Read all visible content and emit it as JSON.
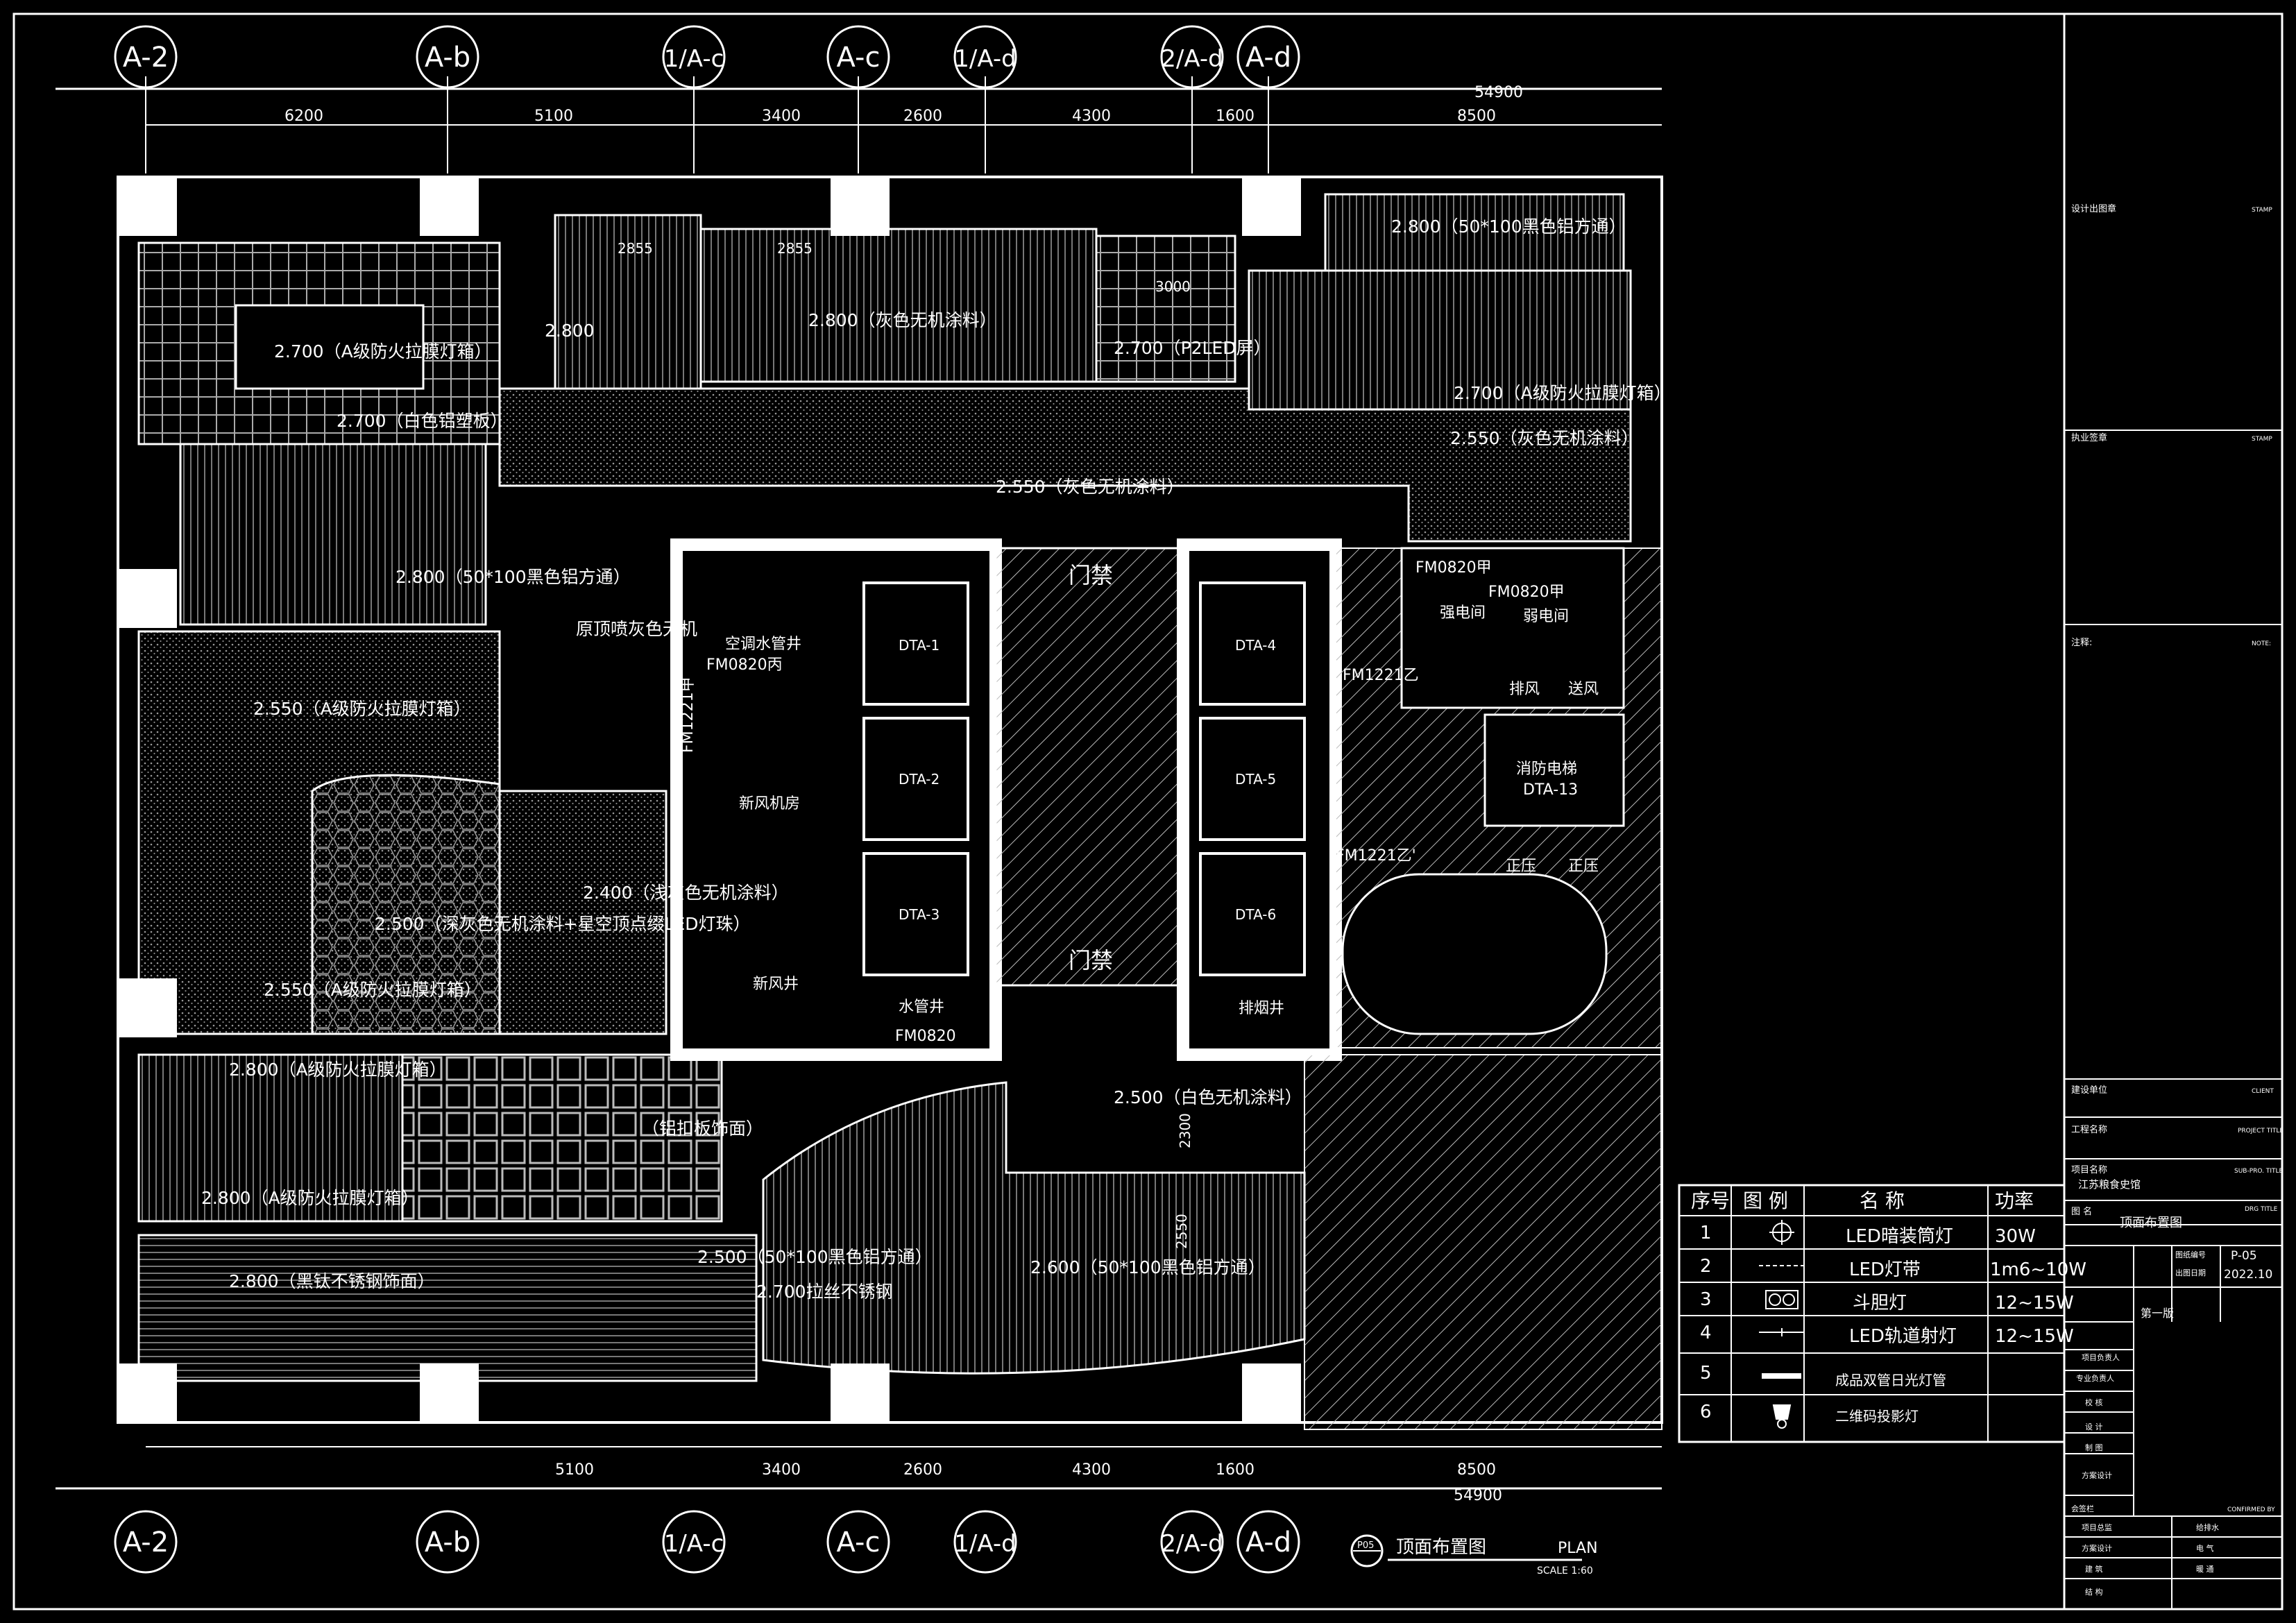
{
  "grid_top": [
    "A-2",
    "A-b",
    "1/A-c",
    "A-c",
    "1/A-d",
    "2/A-d",
    "A-d"
  ],
  "grid_bottom": [
    "A-2",
    "A-b",
    "1/A-c",
    "A-c",
    "1/A-d",
    "2/A-d",
    "A-d"
  ],
  "dims_top_total": "54900",
  "dims_top": [
    "6200",
    "5100",
    "3400",
    "2600",
    "4300",
    "1600",
    "8500"
  ],
  "dims_bottom": [
    "5100",
    "3400",
    "2600",
    "4300",
    "1600",
    "8500"
  ],
  "dims_bottom_total": "54900",
  "room_labels": {
    "c01": "2.800（50*100黑色铝方通）",
    "c02": "2.700（A级防火拉膜灯箱）",
    "c03": "2.800",
    "c04": "2.800（灰色无机涂料）",
    "c05": "2.700（P2LED屏）",
    "c06": "2.700（白色铝塑板）",
    "c07": "2.700（A级防火拉膜灯箱）",
    "c08": "2.550（灰色无机涂料）",
    "c09": "2.550（灰色无机涂料）",
    "c10": "2.800（50*100黑色铝方通）",
    "c11": "原顶喷灰色无机",
    "c12": "2.550（A级防火拉膜灯箱）",
    "c13": "2.400（浅灰色无机涂料）",
    "c14": "2.500（深灰色无机涂料+星空顶点缀LED灯珠）",
    "c15": "2.550（A级防火拉膜灯箱）",
    "c16": "2.800（A级防火拉膜灯箱）",
    "c17": "（铝扣板饰面）",
    "c18": "2.500（白色无机涂料）",
    "c19": "2.800（A级防火拉膜灯箱）",
    "c20": "2.800（黑钛不锈钢饰面）",
    "c21": "2.500（50*100黑色铝方通）",
    "c22": "2.700拉丝不锈钢",
    "c23": "2.600（50*100黑色铝方通）",
    "door1": "门禁",
    "door2": "门禁",
    "fm1": "FM0820丙",
    "fm2": "FM1221甲",
    "fm3": "FM0820",
    "fm4": "FM1221乙",
    "fm5": "FM1221乙'",
    "fm6": "FM0820甲",
    "fm7": "FM0820甲",
    "r1": "空调水管井",
    "r2": "新风机房",
    "r3": "新风井",
    "r4": "水管井",
    "r5": "强电间",
    "r6": "弱电间",
    "r7": "排风",
    "r8": "送风",
    "r9": "消防电梯",
    "r10": "DTA-13",
    "r11": "正压",
    "r12": "正压",
    "r13": "排烟井",
    "e1": "DTA-1",
    "e2": "DTA-2",
    "e3": "DTA-3",
    "e4": "DTA-4",
    "e5": "DTA-5",
    "e6": "DTA-6",
    "d1": "2855",
    "d2": "2855",
    "d3": "3000",
    "d4": "2300",
    "d5": "2550"
  },
  "legend": {
    "headers": [
      "序号",
      "图 例",
      "名 称",
      "功率"
    ],
    "rows": [
      {
        "no": "1",
        "icon": "downlight-icon",
        "name": "LED暗装筒灯",
        "power": "30W"
      },
      {
        "no": "2",
        "icon": "led-strip-icon",
        "name": "LED灯带",
        "power": "1m6~10W"
      },
      {
        "no": "3",
        "icon": "grille-light-icon",
        "name": "斗胆灯",
        "power": "12~15W"
      },
      {
        "no": "4",
        "icon": "track-light-icon",
        "name": "LED轨道射灯",
        "power": "12~15W"
      },
      {
        "no": "5",
        "icon": "fluorescent-tube-icon",
        "name": "成品双管日光灯管",
        "power": ""
      },
      {
        "no": "6",
        "icon": "qr-projector-icon",
        "name": "二维码投影灯",
        "power": ""
      }
    ]
  },
  "title_block": {
    "design_stamp": "设计出图章",
    "stamp": "STAMP",
    "practice_stamp": "执业签章",
    "notes": "注释:",
    "notes_en": "NOTE:",
    "client": "建设单位",
    "client_en": "CLIENT",
    "project": "工程名称",
    "project_en": "PROJECT TITLE",
    "sub_project": "项目名称",
    "sub_project_en": "SUB-PRO. TITLE",
    "project_name": "江苏粮食史馆",
    "drawing_title_label": "图 名",
    "drawing_title_en": "DRG TITLE",
    "drawing_title": "顶面布置图",
    "drawing_no_label": "图纸编号",
    "drawing_no": "P-05",
    "date_label": "出图日期",
    "date": "2022.10",
    "stage_value": "第一版",
    "owner": "项目负责人",
    "specialty": "专业负责人",
    "check": "校 核",
    "design": "设 计",
    "drawn": "制 图",
    "scheme": "方案设计",
    "sign": "会签栏",
    "confirmed": "CONFIRMED BY",
    "b1": "项目总监",
    "b2": "给排水",
    "b3": "方案设计",
    "b4": "电 气",
    "b5": "建 筑",
    "b6": "暖 通",
    "b7": "结 构"
  },
  "drawing_caption": {
    "code": "P05",
    "title": "顶面布置图",
    "title_en": "PLAN",
    "scale": "SCALE 1:60"
  }
}
